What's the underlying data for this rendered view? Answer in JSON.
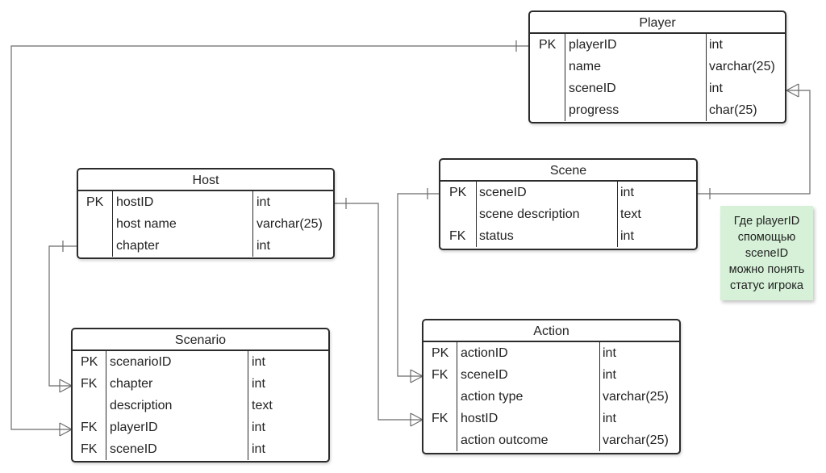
{
  "entities": [
    {
      "id": "player",
      "title": "Player",
      "rows": [
        {
          "key": "PK",
          "name": "playerID",
          "type": "int"
        },
        {
          "key": "",
          "name": "name",
          "type": "varchar(25)"
        },
        {
          "key": "",
          "name": "sceneID",
          "type": "int"
        },
        {
          "key": "",
          "name": "progress",
          "type": "char(25)"
        }
      ]
    },
    {
      "id": "host",
      "title": "Host",
      "rows": [
        {
          "key": "PK",
          "name": "hostID",
          "type": "int"
        },
        {
          "key": "",
          "name": "host name",
          "type": "varchar(25)"
        },
        {
          "key": "",
          "name": "chapter",
          "type": "int"
        }
      ]
    },
    {
      "id": "scene",
      "title": "Scene",
      "rows": [
        {
          "key": "PK",
          "name": "sceneID",
          "type": "int"
        },
        {
          "key": "",
          "name": "scene description",
          "type": "text"
        },
        {
          "key": "FK",
          "name": "status",
          "type": "int"
        }
      ]
    },
    {
      "id": "scenario",
      "title": "Scenario",
      "rows": [
        {
          "key": "PK",
          "name": "scenarioID",
          "type": "int"
        },
        {
          "key": "FK",
          "name": "chapter",
          "type": "int"
        },
        {
          "key": "",
          "name": "description",
          "type": "text"
        },
        {
          "key": "FK",
          "name": "playerID",
          "type": "int"
        },
        {
          "key": "FK",
          "name": "sceneID",
          "type": "int"
        }
      ]
    },
    {
      "id": "action",
      "title": "Action",
      "rows": [
        {
          "key": "PK",
          "name": "actionID",
          "type": "int"
        },
        {
          "key": "FK",
          "name": "sceneID",
          "type": "int"
        },
        {
          "key": "",
          "name": "action type",
          "type": "varchar(25)"
        },
        {
          "key": "FK",
          "name": "hostID",
          "type": "int"
        },
        {
          "key": "",
          "name": "action outcome",
          "type": "varchar(25)"
        }
      ]
    }
  ],
  "note": {
    "text": "Где playerID\nспомощью\nsceneID\nможно понять\nстатус игрока",
    "color": "#d6f1d8"
  },
  "relationships": [
    {
      "from": "scene",
      "to": "player",
      "from_end": "one",
      "to_end": "many"
    },
    {
      "from": "player",
      "to": "scenario",
      "from_end": "one",
      "to_end": "many"
    },
    {
      "from": "host",
      "to": "scenario",
      "from_end": "one",
      "to_end": "many"
    },
    {
      "from": "host",
      "to": "action",
      "from_end": "one",
      "to_end": "many"
    },
    {
      "from": "scene",
      "to": "action",
      "from_end": "one",
      "to_end": "many"
    }
  ]
}
